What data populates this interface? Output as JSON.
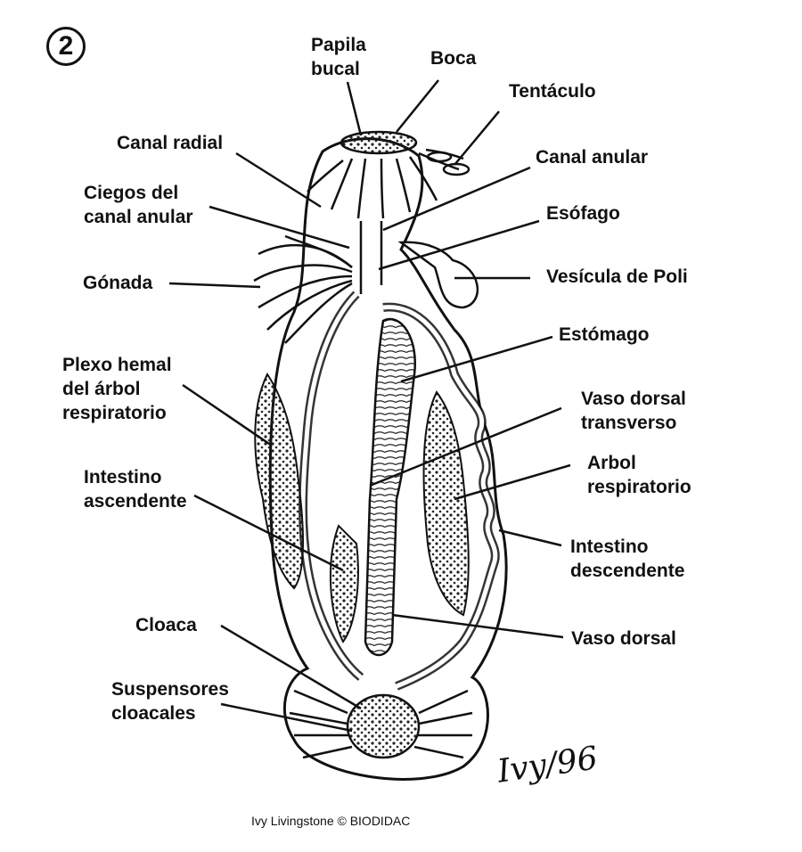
{
  "figure": {
    "number": "2",
    "signature": "Ivy/96",
    "credit": "Ivy Livingstone © BIODIDAC"
  },
  "labels": {
    "papila_bucal_1": "Papila",
    "papila_bucal_2": "bucal",
    "boca": "Boca",
    "tentaculo": "Tentáculo",
    "canal_radial": "Canal radial",
    "canal_anular": "Canal anular",
    "ciegos_1": "Ciegos del",
    "ciegos_2": "canal anular",
    "esofago": "Esófago",
    "gonada": "Gónada",
    "vesicula": "Vesícula de Poli",
    "estomago": "Estómago",
    "plexo_1": "Plexo hemal",
    "plexo_2": "del árbol",
    "plexo_3": "respiratorio",
    "vaso_transv_1": "Vaso dorsal",
    "vaso_transv_2": "transverso",
    "arbol_1": "Arbol",
    "arbol_2": "respiratorio",
    "int_asc_1": "Intestino",
    "int_asc_2": "ascendente",
    "int_desc_1": "Intestino",
    "int_desc_2": "descendente",
    "cloaca": "Cloaca",
    "vaso_dorsal": "Vaso dorsal",
    "susp_1": "Suspensores",
    "susp_2": "cloacales"
  }
}
